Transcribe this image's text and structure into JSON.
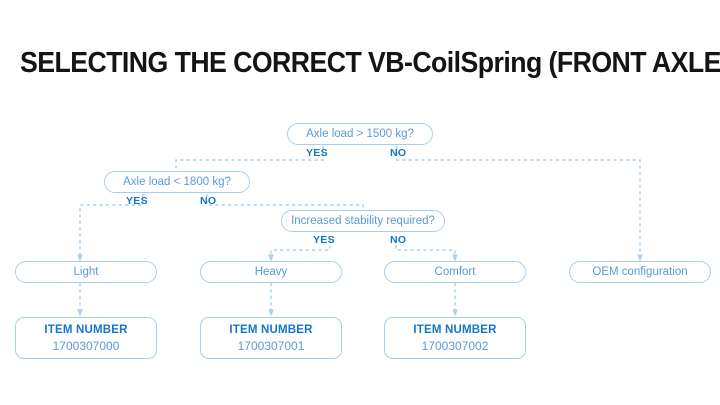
{
  "page": {
    "title": "SELECTING THE CORRECT VB-CoilSpring (FRONT AXLE)",
    "background_color": "#ffffff"
  },
  "colors": {
    "title_text": "#141414",
    "node_border": "#a9cff0",
    "node_text": "#5b9bd5",
    "branch_label": "#1577c8",
    "item_title": "#1577c8",
    "item_number": "#5b9bd5",
    "connector": "#a9cff0"
  },
  "flowchart": {
    "type": "decision-tree",
    "decisions": [
      {
        "id": "d1",
        "label": "Axle load > 1500 kg?",
        "yes_label": "YES",
        "no_label": "NO",
        "yes_target": "d2",
        "no_target": "r4"
      },
      {
        "id": "d2",
        "label": "Axle load < 1800 kg?",
        "yes_label": "YES",
        "no_label": "NO",
        "yes_target": "r1",
        "no_target": "d3"
      },
      {
        "id": "d3",
        "label": "Increased stability required?",
        "yes_label": "YES",
        "no_label": "NO",
        "yes_target": "r2",
        "no_target": "r3"
      }
    ],
    "results": [
      {
        "id": "r1",
        "label": "Light",
        "item_target": "i1"
      },
      {
        "id": "r2",
        "label": "Heavy",
        "item_target": "i2"
      },
      {
        "id": "r3",
        "label": "Comfort",
        "item_target": "i3"
      },
      {
        "id": "r4",
        "label": "OEM configuration",
        "item_target": null
      }
    ],
    "items": [
      {
        "id": "i1",
        "title": "ITEM NUMBER",
        "number": "1700307000"
      },
      {
        "id": "i2",
        "title": "ITEM NUMBER",
        "number": "1700307001"
      },
      {
        "id": "i3",
        "title": "ITEM NUMBER",
        "number": "1700307002"
      }
    ]
  }
}
